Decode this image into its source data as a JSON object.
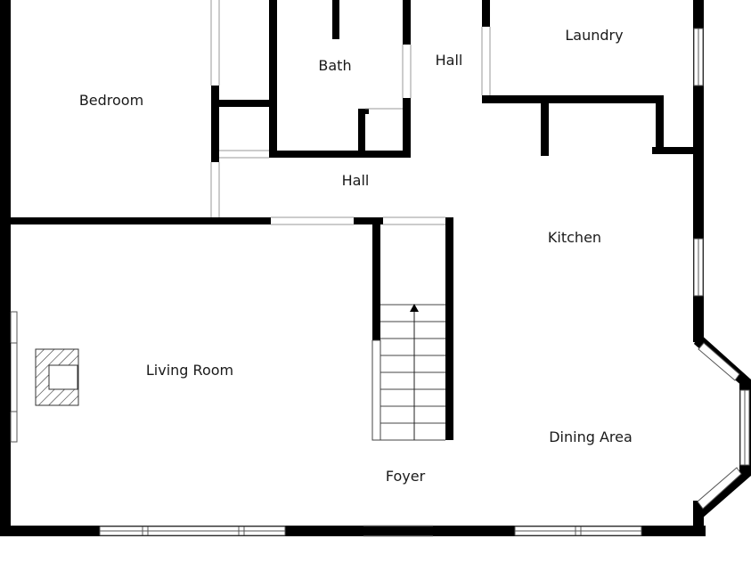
{
  "rooms": {
    "bedroom": "Bedroom",
    "bath": "Bath",
    "hall_upper": "Hall",
    "laundry": "Laundry",
    "hall_middle": "Hall",
    "kitchen": "Kitchen",
    "living_room": "Living Room",
    "dining_area": "Dining Area",
    "foyer": "Foyer"
  },
  "colors": {
    "wall": "#000000",
    "background": "#ffffff",
    "window_frame": "#555555"
  },
  "icons": {
    "stairs": "stairs-up-arrow-icon",
    "fireplace": "fireplace-hatched-icon"
  }
}
